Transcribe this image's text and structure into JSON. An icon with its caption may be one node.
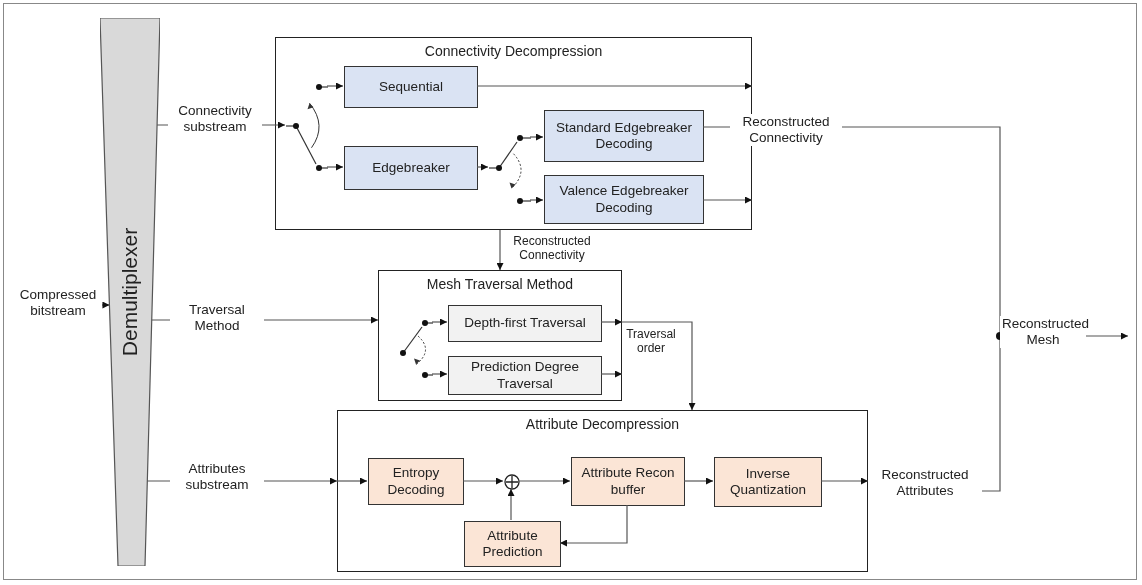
{
  "diagram": {
    "nodes": [
      {
        "text": [
          "Demultiplexer"
        ]
      },
      {
        "text": [
          "Connectivity Decompression"
        ]
      },
      {
        "text": [
          "Sequential"
        ],
        "in": 1
      },
      {
        "text": [
          "Edgebreaker"
        ],
        "in": 1
      },
      {
        "text": [
          "Standard Edgebreaker Decoding"
        ],
        "in": 1
      },
      {
        "text": [
          "Valence Edgebreaker Decoding"
        ],
        "in": 1
      },
      {
        "text": [
          "Mesh Traversal Method"
        ]
      },
      {
        "text": [
          "Depth-first Traversal"
        ],
        "in": 6
      },
      {
        "text": [
          "Prediction Degree Traversal"
        ],
        "in": 6
      },
      {
        "text": [
          "Attribute Decompression"
        ]
      },
      {
        "text": [
          "Entropy Decoding"
        ],
        "in": 9
      },
      {
        "text": [],
        "shape": "circle",
        "in": 9
      },
      {
        "text": [
          "Attribute Recon buffer"
        ],
        "in": 9
      },
      {
        "text": [
          "Inverse Quantization"
        ],
        "in": 9
      },
      {
        "text": [
          "Attribute Prediction"
        ],
        "in": 9
      },
      {
        "text": [],
        "shape": "circle"
      },
      {
        "text": [],
        "shape": "switch",
        "in": 1
      },
      {
        "text": [],
        "shape": "switch",
        "in": 1
      },
      {
        "text": [],
        "shape": "switch",
        "in": 6
      }
    ],
    "edges": [
      {
        "from": null,
        "to": 0,
        "arrow": "to",
        "label": "Compressed bitstream"
      },
      {
        "from": 0,
        "to": 16,
        "arrow": "to",
        "label": "Connectivity substream"
      },
      {
        "from": 0,
        "to": 6,
        "arrow": "to",
        "label": "Traversal Method"
      },
      {
        "from": 0,
        "to": 9,
        "arrow": "to",
        "label": "Attributes substream"
      },
      {
        "from": 16,
        "to": 2,
        "arrow": "to"
      },
      {
        "from": 16,
        "to": 3,
        "arrow": "to"
      },
      {
        "from": 3,
        "to": 17,
        "arrow": "to"
      },
      {
        "from": 17,
        "to": 4,
        "arrow": "to"
      },
      {
        "from": 17,
        "to": 5,
        "arrow": "to"
      },
      {
        "from": 2,
        "to": 1,
        "arrow": "to"
      },
      {
        "from": 4,
        "to": 1,
        "arrow": "to"
      },
      {
        "from": 5,
        "to": 1,
        "arrow": "to"
      },
      {
        "from": 1,
        "to": 15,
        "arrow": "none",
        "label": "Reconstructed Connectivity"
      },
      {
        "from": 1,
        "to": 6,
        "arrow": "to",
        "label": "Reconstructed Connectivity"
      },
      {
        "from": 18,
        "to": 7,
        "arrow": "to"
      },
      {
        "from": 18,
        "to": 8,
        "arrow": "to"
      },
      {
        "from": 7,
        "to": 6,
        "arrow": "to"
      },
      {
        "from": 8,
        "to": 6,
        "arrow": "to"
      },
      {
        "from": 6,
        "to": 9,
        "arrow": "to",
        "label": "Traversal order"
      },
      {
        "from": 9,
        "to": 10,
        "arrow": "to"
      },
      {
        "from": 10,
        "to": 11,
        "arrow": "to"
      },
      {
        "from": 11,
        "to": 12,
        "arrow": "to"
      },
      {
        "from": 12,
        "to": 13,
        "arrow": "to"
      },
      {
        "from": 12,
        "to": 14,
        "arrow": "to"
      },
      {
        "from": 14,
        "to": 11,
        "arrow": "to"
      },
      {
        "from": 13,
        "to": 9,
        "arrow": "to"
      },
      {
        "from": 9,
        "to": 15,
        "arrow": "none",
        "label": "Reconstructed Attributes"
      },
      {
        "from": 15,
        "to": null,
        "arrow": "to",
        "label": "Reconstructed Mesh"
      }
    ]
  }
}
